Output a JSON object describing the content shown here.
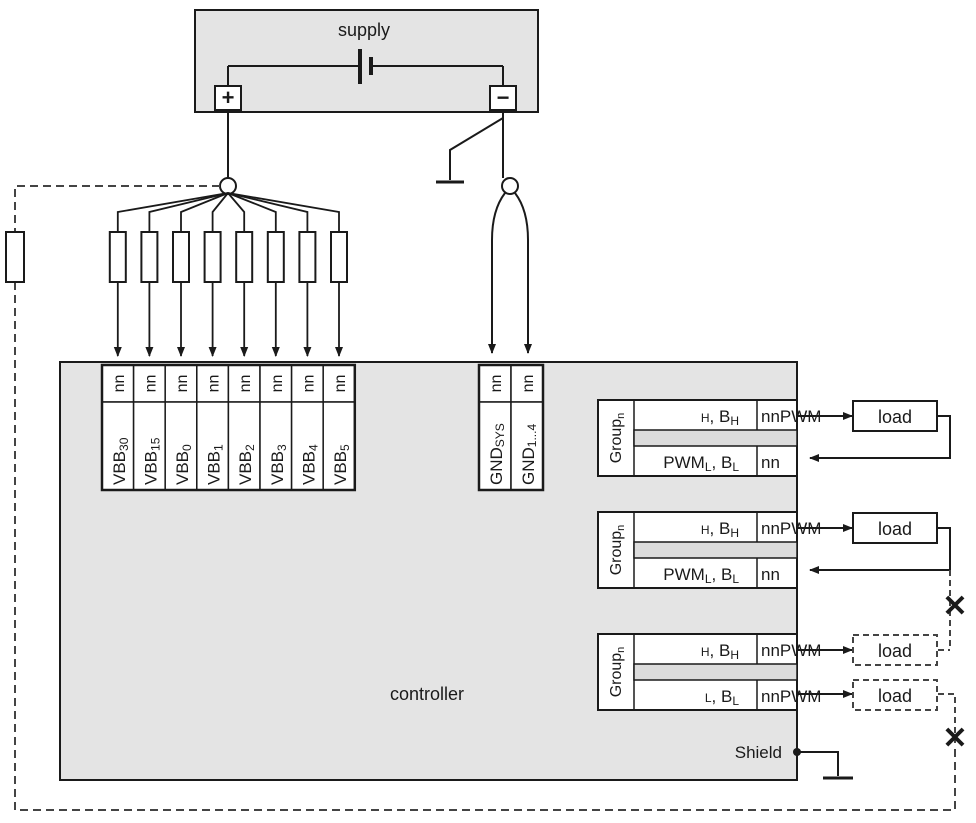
{
  "supply": {
    "label": "supply",
    "plus": "+",
    "minus": "−"
  },
  "controller": {
    "label": "controller",
    "shield": "Shield"
  },
  "vbb_pins": [
    {
      "nn": "nn",
      "base": "VBB",
      "sub": "30"
    },
    {
      "nn": "nn",
      "base": "VBB",
      "sub": "15"
    },
    {
      "nn": "nn",
      "base": "VBB",
      "sub": "0"
    },
    {
      "nn": "nn",
      "base": "VBB",
      "sub": "1"
    },
    {
      "nn": "nn",
      "base": "VBB",
      "sub": "2"
    },
    {
      "nn": "nn",
      "base": "VBB",
      "sub": "3"
    },
    {
      "nn": "nn",
      "base": "VBB",
      "sub": "4"
    },
    {
      "nn": "nn",
      "base": "VBB",
      "sub": "5"
    }
  ],
  "gnd_pins": [
    {
      "nn": "nn",
      "base": "GND",
      "sub": "SYS"
    },
    {
      "nn": "nn",
      "base": "GND",
      "sub": "1...4"
    }
  ],
  "groups": [
    {
      "label": "Group",
      "sub": "n",
      "row1": {
        "pre": "H",
        "b": "B",
        "bsub": "H",
        "term": "nnPWM"
      },
      "row2": {
        "pwm": "PWM",
        "pwmsub": "L",
        "b": "B",
        "bsub": "L",
        "term": "nn"
      },
      "load_top": "load"
    },
    {
      "label": "Group",
      "sub": "n",
      "row1": {
        "pre": "H",
        "b": "B",
        "bsub": "H",
        "term": "nnPWM"
      },
      "row2": {
        "pwm": "PWM",
        "pwmsub": "L",
        "b": "B",
        "bsub": "L",
        "term": "nn"
      },
      "load_top": "load"
    },
    {
      "label": "Group",
      "sub": "n",
      "row1": {
        "pre": "H",
        "b": "B",
        "bsub": "H",
        "term": "nnPWM"
      },
      "row2": {
        "pre": "L",
        "b": "B",
        "bsub": "L",
        "term": "nnPWM"
      },
      "load_top": "load",
      "load_bottom": "load"
    }
  ],
  "cross_mark": "✕"
}
